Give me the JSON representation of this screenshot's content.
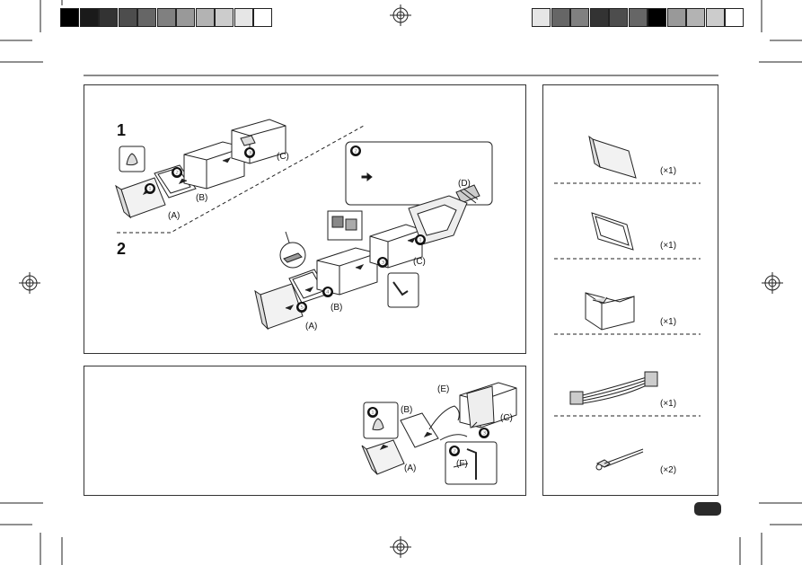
{
  "color_bar_left": [
    "#000000",
    "#1a1a1a",
    "#333333",
    "#4d4d4d",
    "#666666",
    "#808080",
    "#999999",
    "#b3b3b3",
    "#cccccc",
    "#e6e6e6",
    "#ffffff"
  ],
  "color_bar_right": [
    "#e6e6e6",
    "#666666",
    "#808080",
    "#333333",
    "#4d4d4d",
    "#666666",
    "#000000",
    "#999999",
    "#b3b3b3",
    "#cccccc",
    "#ffffff"
  ],
  "installation_panel": {
    "step1": "1",
    "step2": "2",
    "callout_step": "❷",
    "labels": {
      "a1": "(A)",
      "b1": "(B)",
      "c1": "(C)",
      "d": "(D)",
      "a2": "(A)",
      "b2": "(B)",
      "c2": "(C)"
    },
    "steps_1": [
      "❶",
      "❷",
      "❸"
    ],
    "steps_2": [
      "❶",
      "❸",
      "❹",
      "❺"
    ]
  },
  "removal_panel": {
    "labels": {
      "e": "(E)",
      "b": "(B)",
      "c": "(C)",
      "a": "(A)",
      "f": "(F)"
    },
    "steps": [
      "❶",
      "❷",
      "❸"
    ]
  },
  "parts_list": {
    "quantities": [
      "(×1)",
      "(×1)",
      "(×1)",
      "(×1)",
      "(×2)"
    ]
  }
}
